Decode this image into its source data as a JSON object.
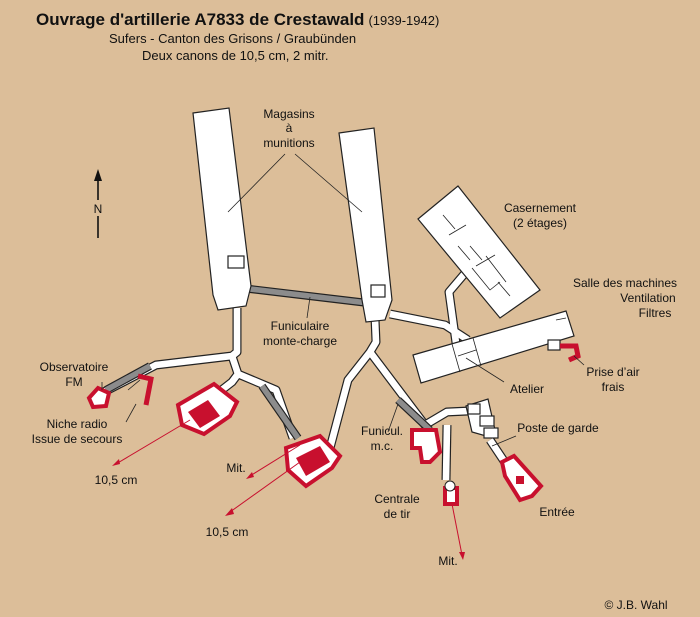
{
  "header": {
    "title": "Ouvrage d'artillerie A7833 de Crestawald",
    "years": "(1939-1942)",
    "subtitle": "Sufers - Canton des Grisons / Graubünden",
    "armament": "Deux canons de 10,5 cm, 2 mitr."
  },
  "compass": {
    "letter": "N"
  },
  "labels": {
    "magasins_1": "Magasins",
    "magasins_2": "à",
    "magasins_3": "munitions",
    "casernement_1": "Casernement",
    "casernement_2": "(2 étages)",
    "salle_1": "Salle des machines",
    "salle_2": "Ventilation",
    "salle_3": "Filtres",
    "funiculaire_1": "Funiculaire",
    "funiculaire_2": "monte-charge",
    "observatoire_1": "Observatoire",
    "observatoire_2": "FM",
    "niche_1": "Niche radio",
    "niche_2": "Issue de secours",
    "prise_1": "Prise d’air",
    "prise_2": "frais",
    "atelier": "Atelier",
    "poste": "Poste de garde",
    "funicul_1": "Funicul.",
    "funicul_2": "m.c.",
    "centrale_1": "Centrale",
    "centrale_2": "de tir",
    "entree": "Entrée",
    "mit_left": "Mit.",
    "mit_bottom": "Mit.",
    "gun_1": "10,5 cm",
    "gun_2": "10,5 cm"
  },
  "credit": "© J.B. Wahl"
}
